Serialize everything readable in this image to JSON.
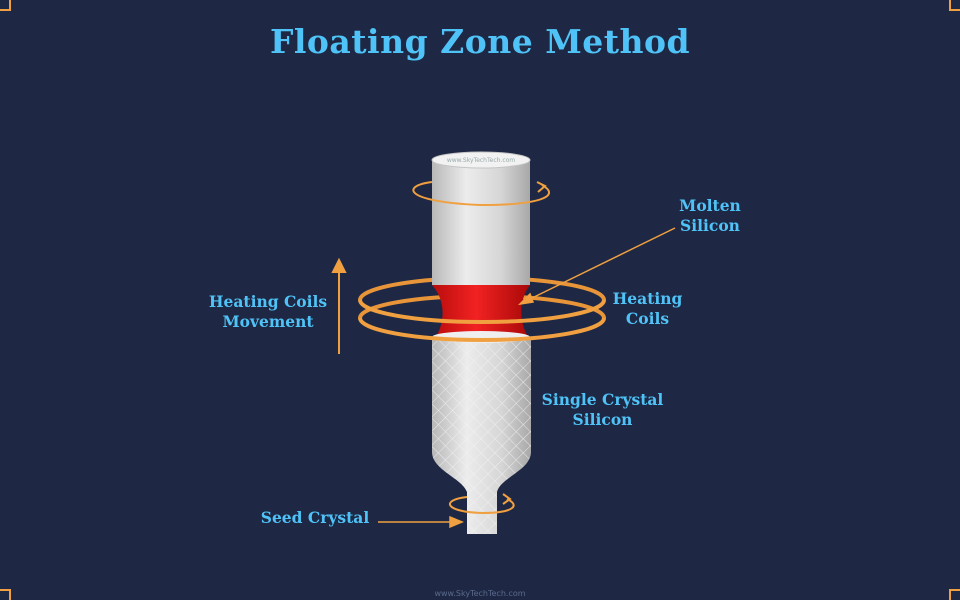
{
  "title": "Floating Zone Method",
  "labels": {
    "molten": [
      "Molten",
      "Silicon"
    ],
    "heating_coils": [
      "Heating",
      "Coils"
    ],
    "coils_movement": [
      "Heating Coils",
      "Movement"
    ],
    "single_crystal": [
      "Single Crystal",
      "Silicon"
    ],
    "seed_crystal": "Seed Crystal"
  },
  "watermark": "www.SkyTechTech.com",
  "colors": {
    "background": "#1e2844",
    "accent_text": "#4fc3f7",
    "coil": "#f0a040",
    "molten": "#e01818",
    "rod": "#d9d9d9"
  }
}
